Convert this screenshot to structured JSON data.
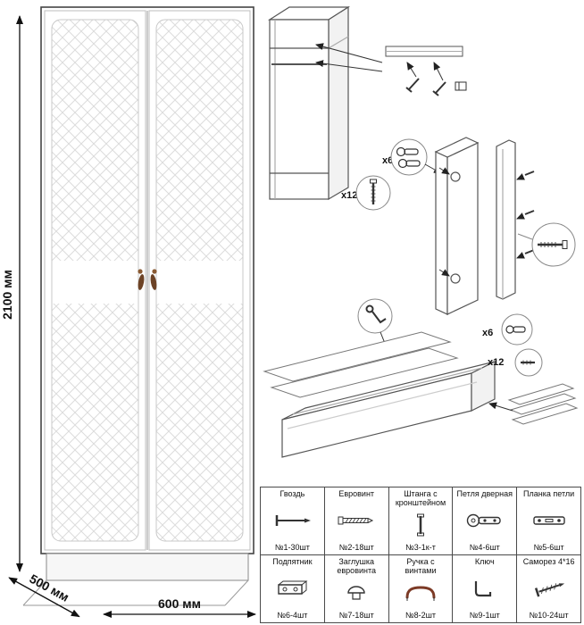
{
  "dimensions": {
    "height": "2100 мм",
    "depth": "500 мм",
    "width": "600 мм"
  },
  "assembly": {
    "hinge_count_top": "x6",
    "screw_count_top": "x12",
    "hinge_count_bottom": "x6",
    "screw_count_bottom": "x12"
  },
  "parts": {
    "rows": [
      [
        {
          "name": "Гвоздь",
          "qty": "№1-30шт",
          "icon": "nail-icon"
        },
        {
          "name": "Евровинт",
          "qty": "№2-18шт",
          "icon": "euro-screw-icon"
        },
        {
          "name": "Штанга с кронштейном",
          "qty": "№3-1к-т",
          "icon": "rod-with-bracket-icon"
        },
        {
          "name": "Петля дверная",
          "qty": "№4-6шт",
          "icon": "door-hinge-icon"
        },
        {
          "name": "Планка петли",
          "qty": "№5-6шт",
          "icon": "hinge-plate-icon"
        }
      ],
      [
        {
          "name": "Подпятник",
          "qty": "№6-4шт",
          "icon": "foot-pad-icon"
        },
        {
          "name": "Заглушка евровинта",
          "qty": "№7-18шт",
          "icon": "screw-cap-icon"
        },
        {
          "name": "Ручка с винтами",
          "qty": "№8-2шт",
          "icon": "handle-icon"
        },
        {
          "name": "Ключ",
          "qty": "№9-1шт",
          "icon": "key-icon"
        },
        {
          "name": "Саморез 4*16",
          "qty": "№10-24шт",
          "icon": "self-tapping-screw-icon"
        }
      ]
    ]
  }
}
